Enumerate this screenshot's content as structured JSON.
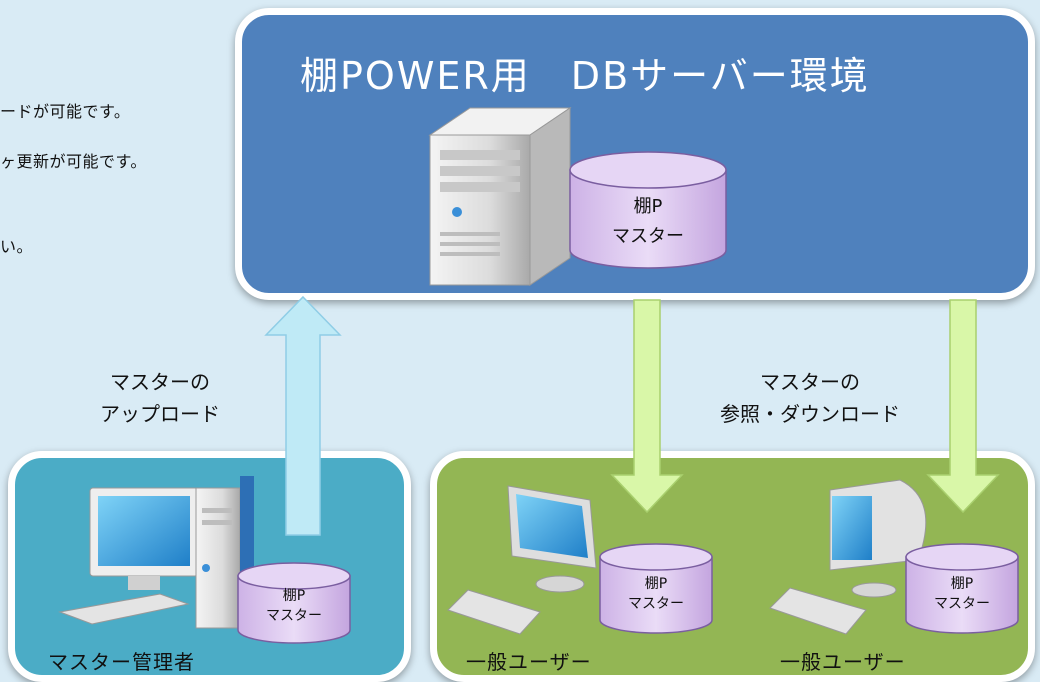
{
  "intro_lines": [
    "ードが可能です。",
    "ヶ更新が可能です。",
    "い。"
  ],
  "server": {
    "title": "棚POWER用　DBサーバー環境",
    "db_line1": "棚P",
    "db_line2": "マスター"
  },
  "upload_flow": {
    "line1": "マスターの",
    "line2": "アップロード"
  },
  "download_flow": {
    "line1": "マスターの",
    "line2": "参照・ダウンロード"
  },
  "admin": {
    "label": "マスター管理者",
    "db_line1": "棚P",
    "db_line2": "マスター"
  },
  "users": [
    {
      "label": "一般ユーザー",
      "db_line1": "棚P",
      "db_line2": "マスター"
    },
    {
      "label": "一般ユーザー",
      "db_line1": "棚P",
      "db_line2": "マスター"
    }
  ],
  "colors": {
    "server_bg": "#4f81bd",
    "admin_bg": "#4bacc6",
    "user_bg": "#93b654",
    "db_fill": "#e0c8f0",
    "upload_arrow": "#bfeaf6",
    "download_arrow": "#d9f7a8"
  }
}
